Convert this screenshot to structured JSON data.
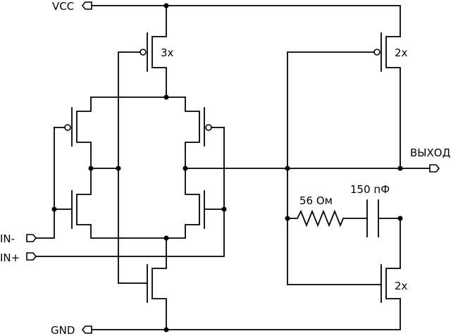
{
  "labels": {
    "vcc": "VCC",
    "gnd": "GND",
    "in_minus": "IN-",
    "in_plus": "IN+",
    "output": "ВЫХОД",
    "resistor": "56 Ом",
    "capacitor": "150 пФ",
    "top_pmos_size": "3x",
    "out_pmos_size": "2x",
    "out_nmos_size": "2x"
  }
}
